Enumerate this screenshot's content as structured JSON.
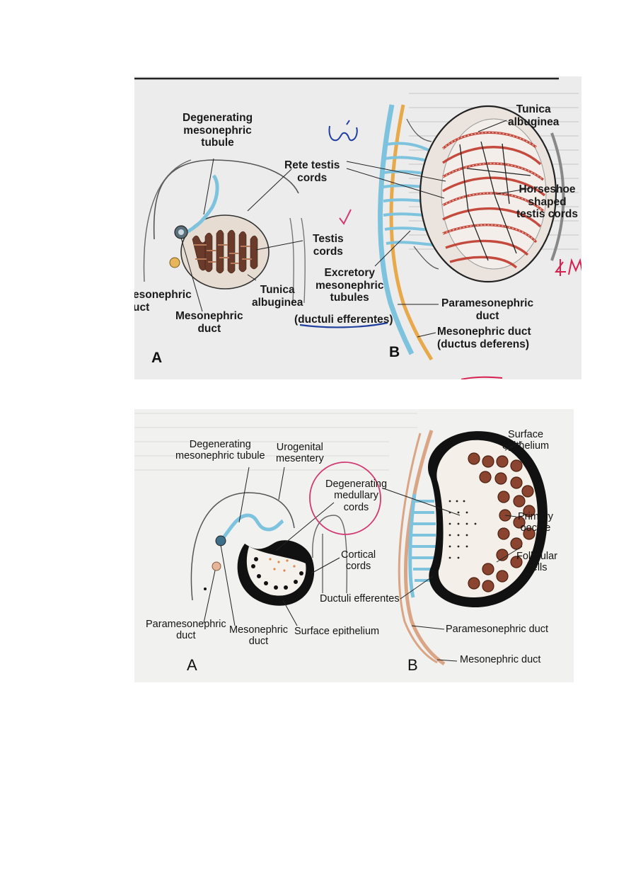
{
  "top_figure": {
    "labels": {
      "degenerating_tubule": [
        "Degenerating",
        "mesonephric",
        "tubule"
      ],
      "rete_testis": [
        "Rete testis",
        "cords"
      ],
      "testis_cords": [
        "Testis",
        "cords"
      ],
      "excretory_tubules": [
        "Excretory",
        "mesonephric",
        "tubules"
      ],
      "ductuli_efferentes": "(ductuli efferentes)",
      "tunica_a": [
        "Tunica",
        "albuginea"
      ],
      "mesonephric_duct_a": [
        "Mesonephric",
        "duct"
      ],
      "mesonephric_fragment": [
        "esonephric",
        "uct"
      ],
      "tunica_b": [
        "Tunica",
        "albuginea"
      ],
      "horseshoe": [
        "Horseshoe",
        "shaped",
        "testis cords"
      ],
      "paramesonephric_b": [
        "Paramesonephric",
        "duct"
      ],
      "mesonephric_b": [
        "Mesonephric duct",
        "(ductus deferens)"
      ],
      "letter_a": "A",
      "letter_b": "B"
    }
  },
  "bottom_figure": {
    "labels": {
      "degenerating_tubule": [
        "Degenerating",
        "mesonephric tubule"
      ],
      "urogenital_mesentery": [
        "Urogenital",
        "mesentery"
      ],
      "medullary_cords": [
        "Degenerating",
        "medullary",
        "cords"
      ],
      "cortical_cords": [
        "Cortical",
        "cords"
      ],
      "ductuli_efferentes": "Ductuli efferentes",
      "paramesonephric_a": [
        "Paramesonephric",
        "duct"
      ],
      "mesonephric_a": [
        "Mesonephric",
        "duct"
      ],
      "surface_epithelium_a": "Surface epithelium",
      "surface_epithelium_b": [
        "Surface",
        "epithelium"
      ],
      "primary_oocyte": [
        "Primary",
        "oocyte"
      ],
      "follicular_cells": [
        "Follicular",
        "cells"
      ],
      "paramesonephric_b": "Paramesonephric duct",
      "mesonephric_b": "Mesonephric duct",
      "letter_a": "A",
      "letter_b": "B"
    }
  },
  "colors": {
    "duct_blue": "#7ec3dd",
    "duct_orange": "#e8a94a",
    "duct_tan": "#d9a585",
    "cord_red": "#c0392b",
    "ink_blue": "#1f3f9e",
    "ink_pink": "#d13a73",
    "ink_red": "#d6204f"
  }
}
